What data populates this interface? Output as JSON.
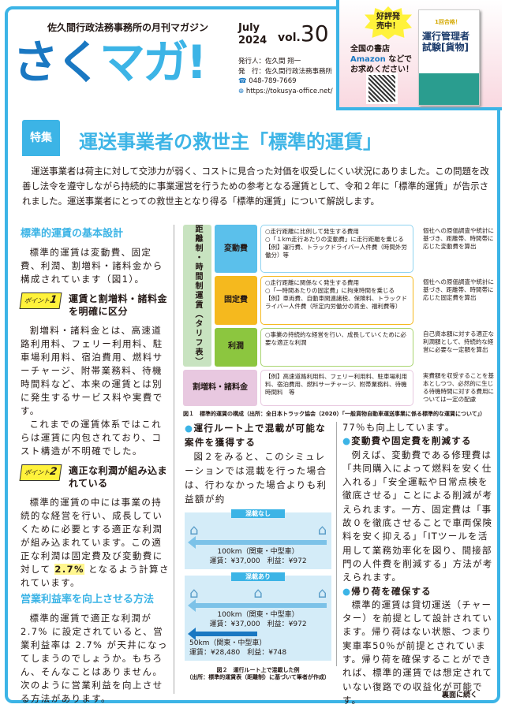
{
  "header": {
    "logo": {
      "part1": "さく",
      "part2": "マガ!"
    },
    "tagline": "佐久間行政法務事務所の月刊マガジン",
    "month": "July",
    "year": "2024",
    "vol_prefix": "vol.",
    "vol_number": "30",
    "publisher": "発行人：佐久間 翔一",
    "issuer": "発　行：佐久間行政法務事務所",
    "phone_icon": "phone-icon",
    "phone": "048-789-7669",
    "web_icon": "globe-icon",
    "url": "https://tokusya-office.net/"
  },
  "ad": {
    "burst": "好評発売中！",
    "line1": "全国の書店",
    "amazon": "Amazon",
    "line2": "などで",
    "line3": "お求めください！",
    "book_title": "運行管理者試験[貨物]",
    "book_banner": "1回合格！"
  },
  "feature": {
    "badge": "特集",
    "title": "運送事業者の救世主「標準的運賃」",
    "intro": "運送事業者は荷主に対して交渉力が弱く、コストに見合った対価を収受しにくい状況にありました。この問題を改善し法令を遵守しながら持続的に事業運営を行うための参考となる運賃として、令和２年に「標準的運賃」が告示されました。運送事業者にとっての救世主となり得る「標準的運賃」について解説します。"
  },
  "left": {
    "h1": "標準的運賃の基本設計",
    "p1": "標準的運賃は変動費、固定費、利潤、割増料・諸料金から構成されています（図1）。",
    "point1": {
      "tag": "ポイント",
      "num": "1",
      "title": "運賃と割増料・諸料金を明確に区分"
    },
    "p2": "割増料・諸料金とは、高速道路利用料、フェリー利用料、駐車場利用料、宿泊費用、燃料サーチャージ、附帯業務料、待機時間料など、本来の運賃とは別に発生するサービス料や実費です。",
    "p3": "これまでの運賃体系ではこれらは運賃に内包されており、コスト構造が不明確でした。",
    "point2": {
      "tag": "ポイント",
      "num": "2",
      "title": "適正な利潤が組み込まれている"
    },
    "p4a": "標準的運賃の中には事業の持続的な経営を行い、成長していくために必要とする適正な利潤が組み込まれています。この適正な利潤は固定費及び変動費に対して",
    "p4hl": "2.7%",
    "p4b": "となるよう計算されています。",
    "h2": "営業利益率を向上させる方法",
    "p5": "標準的運賃で適正な利潤が 2.7% に設定されていると、営業利益率は 2.7% が天井になってしまうのでしょうか。もちろん、そんなことはありません。次のように営業利益を向上させる方法があります。"
  },
  "fig1": {
    "side": "距離制・時間制運賃（タリフ表）",
    "rows": [
      {
        "key": "変動費",
        "desc": "○走行距離に比例して発生する費用\n○「１km走行あたりの変動費」に走行距離を乗じる\n【例】運行費、トラックドライバー人件費（時間外労働分）等",
        "result": "個社への原価調査や統計に基づき、距離帯、時間帯に応じた変動費を算出",
        "color": "#5bc0eb",
        "border": "#8fd3f0"
      },
      {
        "key": "固定費",
        "desc": "○走行距離に関係なく発生する費用\n○「一時間あたりの固定費」に拘束時間を乗じる\n【例】車両費、自動車関連諸税、保険料、トラックドライバー人件費（所定内労働分の賃金、福利費等）",
        "result": "個社への原価調査や統計に基づき、距離帯、時間帯に応じた固定費を算出",
        "color": "#f5b91e",
        "border": "#f5b91e"
      },
      {
        "key": "利潤",
        "desc": "○事業の持続的な経営を行い、成長していくために必要な適正な利潤",
        "result": "自己資本額に対する適正な利潤額として、持続的な経営に必要な一定額を算出",
        "color": "#8cc63f",
        "border": "#a8d46f"
      },
      {
        "key": "割増料・諸料金",
        "desc": "【例】高速道路利用料、フェリー利用料、駐車場利用料、宿泊費用、燃料サーチャージ、附帯業務料、待機時間料　等",
        "result": "実費額を収受することを基本としつつ、必然的に生じる待機時間に対する費用については一定の配慮",
        "color": "#e8c8e0",
        "border": "#e8c8e0"
      }
    ],
    "caption": "図１　標準的運賃の構成（出所：全日本トラック協会（2020）「一般貨物自動車運送事業に係る標準的な運賃について」）"
  },
  "mid": {
    "h": "運行ルート上で混載が可能な案件を獲得する",
    "p": "図２をみると、このシミュレーションでは混載を行った場合は、行わなかった場合よりも利益額が約"
  },
  "fig2": {
    "panel1": {
      "label": "混載なし",
      "route": "100km（関東・中型車）",
      "fare": "運賃：¥37,000　利益：¥972"
    },
    "panel2": {
      "label": "混載あり",
      "route": "100km（関東・中型車）",
      "fare": "運賃：¥37,000　利益：¥972",
      "route2": "50km（関東・中型車）",
      "fare2": "運賃：¥28,480　利益：¥748"
    },
    "caption1": "図２　運行ルート上で混載した例",
    "caption2": "（出所：標準的運賃表（距離制）に基づいて筆者が作成）"
  },
  "right": {
    "p0": "77％も向上しています。",
    "h1": "変動費や固定費を削減する",
    "p1": "例えば、変動費である修理費は「共同購入によって燃料を安く仕入れる」「安全運転や日常点検を徹底させる」ことによる削減が考えられます。一方、固定費は「事故０を徹底させることで車両保険料を安く抑える」「ITツールを活用して業務効率化を図り、間接部門の人件費を削減する」方法が考えられます。",
    "h2": "帰り荷を確保する",
    "p2": "標準的運賃は貸切運送（チャーター）を前提として設計されています。帰り荷はない状態、つまり実車率50％が前提とされています。帰り荷を確保することができれば、標準的運賃では想定されていない復路での収益化が可能です。",
    "continued": "裏面に続く"
  },
  "colors": {
    "accent": "#3cb4e6",
    "dark_blue": "#1a78c2",
    "highlight": "#fff68f"
  }
}
